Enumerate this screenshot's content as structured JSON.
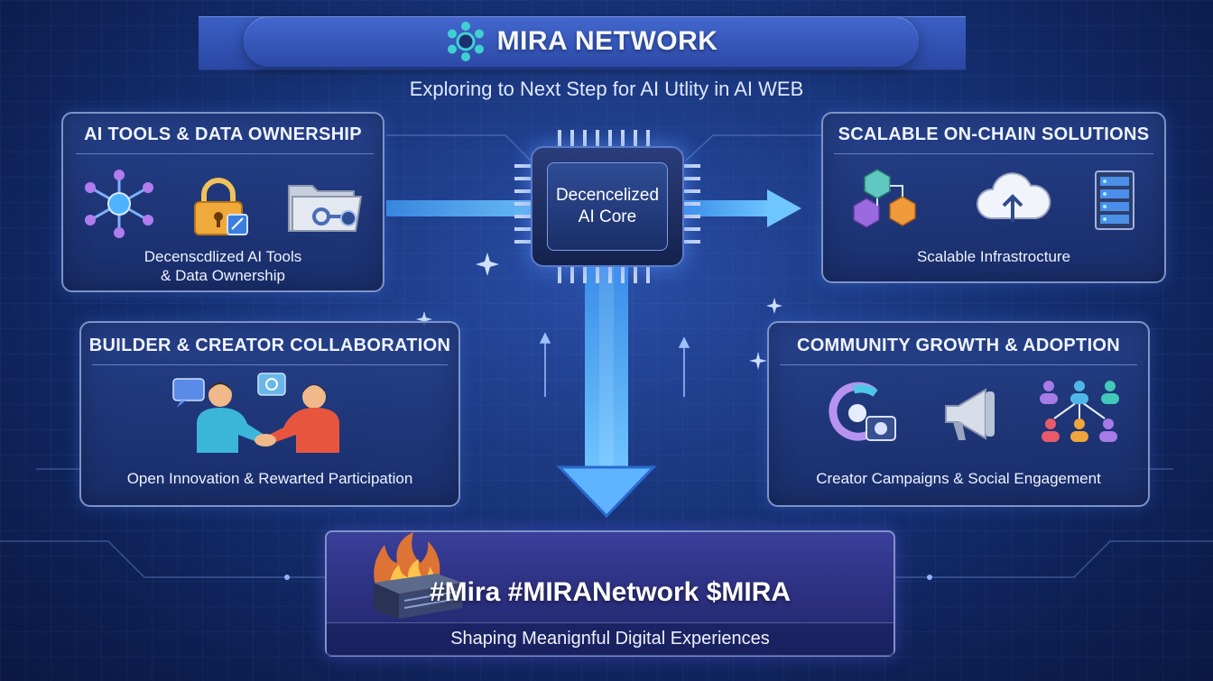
{
  "header": {
    "title": "MIRA NETWORK",
    "subtitle": "Exploring to Next Step for AI Utlity in AI WEB"
  },
  "core": {
    "line1": "Decencelized",
    "line2": "AI Core"
  },
  "panels": {
    "ai_tools": {
      "title": "AI TOOLS & DATA OWNERSHIP",
      "caption_line1": "Decenscdlized AI Tools",
      "caption_line2": "& Data Ownership",
      "icons": [
        "network-node-icon",
        "padlock-icon",
        "folder-key-icon"
      ]
    },
    "scalable": {
      "title": "SCALABLE ON-CHAIN SOLUTIONS",
      "caption": "Scalable Infrastrocture",
      "icons": [
        "blockchain-cubes-icon",
        "cloud-upload-icon",
        "server-rack-icon"
      ]
    },
    "builder": {
      "title": "BUILDER & CREATOR COLLABORATION",
      "caption": "Open Innovation & Rewarted Participation",
      "icons": [
        "handshake-people-icon"
      ]
    },
    "community": {
      "title": "COMMUNITY GROWTH & ADOPTION",
      "caption": "Creator Campaigns & Social Engagement",
      "icons": [
        "camera-refresh-icon",
        "megaphone-icon",
        "people-network-icon"
      ]
    }
  },
  "footer": {
    "hashtags": "#Mira #MIRANetwork $MIRA",
    "tagline": "Shaping Meanignful Digital Experiences"
  },
  "colors": {
    "background": "#173276",
    "accent_arrow": "#5fb4ff",
    "panel_border": "#7d93c9",
    "logo_teal": "#3fd1d1"
  }
}
